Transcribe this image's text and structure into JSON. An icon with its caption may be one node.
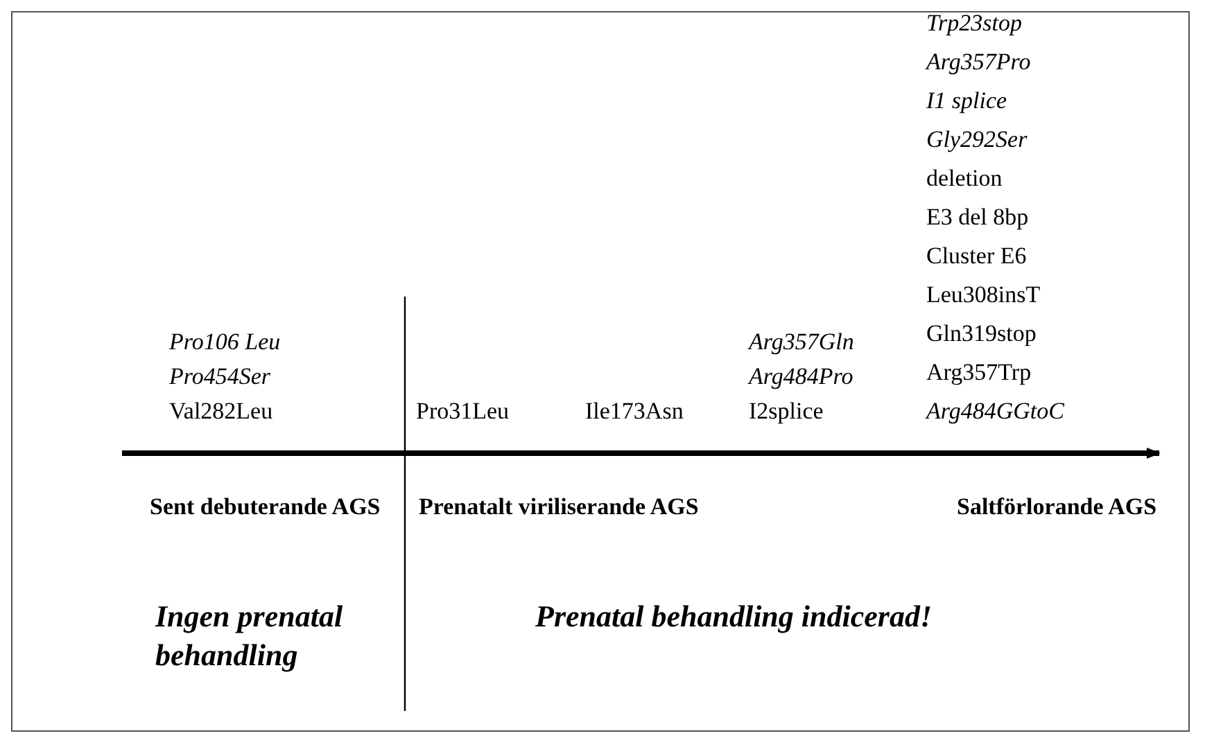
{
  "diagram": {
    "labels": [
      "Pro106 Leu",
      "Pro454Ser",
      "Val282Leu",
      "Pro31Leu",
      "Ile173Asn",
      "Arg357Gln",
      "Arg484Pro",
      "I2splice",
      "Trp23stop",
      "Arg357Pro",
      "I1 splice",
      "Gly292Ser",
      "deletion",
      "E3 del 8bp",
      "Cluster E6",
      "Leu308insT",
      "Gln319stop",
      "Arg357Trp",
      "Arg484GGtoC",
      "Sent debuterande AGS",
      "Prenatalt viriliserande AGS",
      "Saltförlorande AGS",
      "Ingen prenatal behandling",
      "Prenatal behandling indicerad!"
    ]
  }
}
